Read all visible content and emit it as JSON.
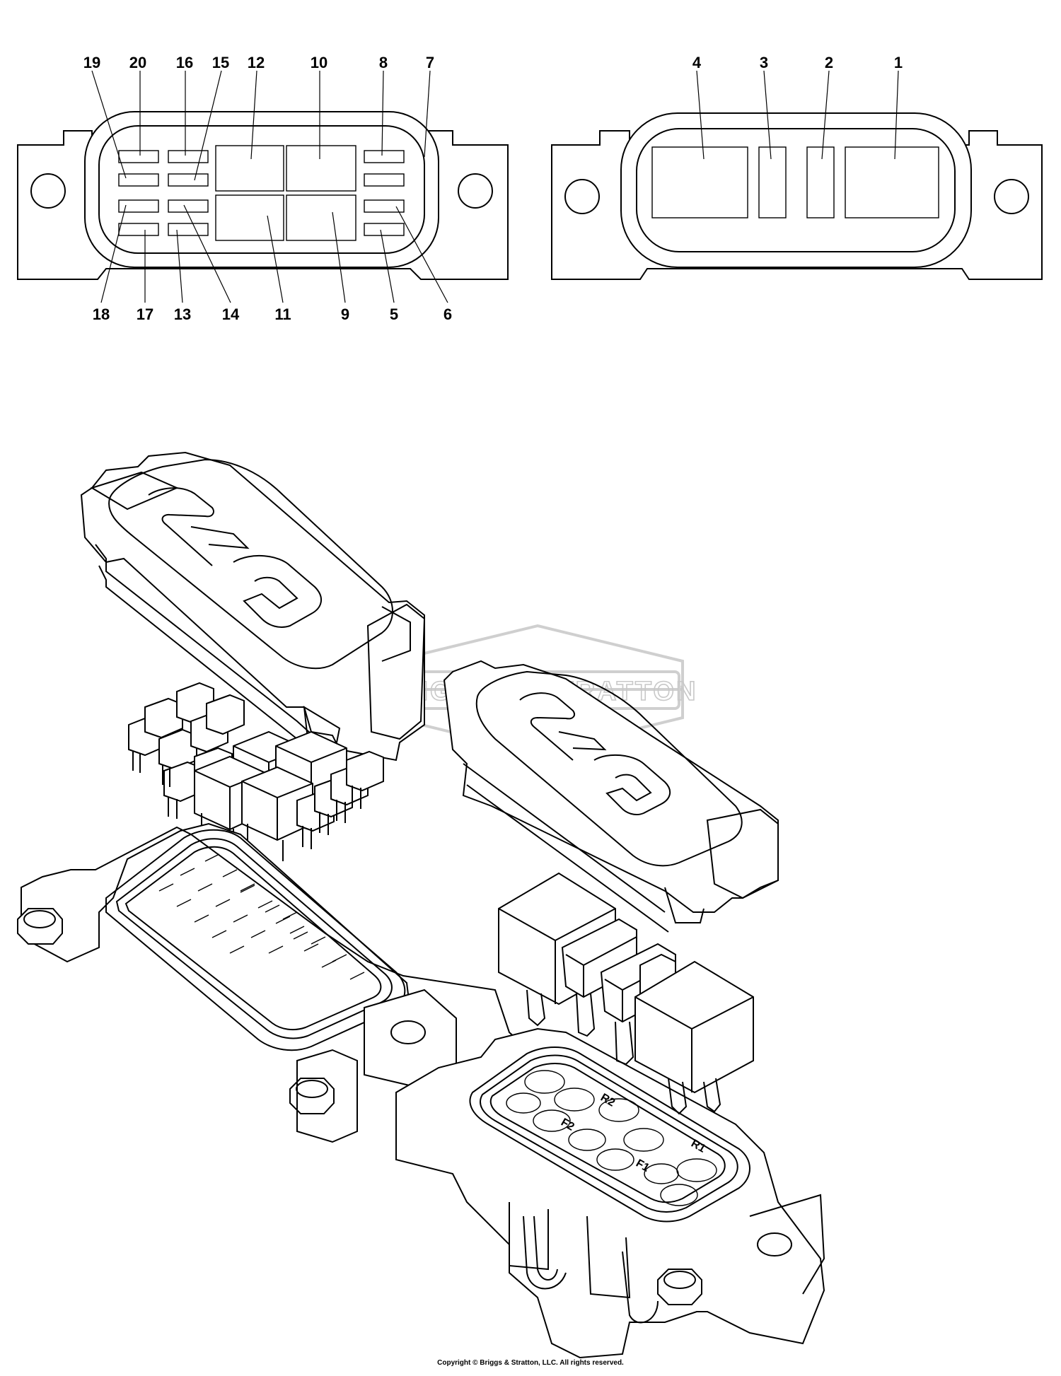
{
  "connector_20pin": {
    "top_labels": [
      "19",
      "20",
      "16",
      "15",
      "12",
      "10",
      "8",
      "7"
    ],
    "bottom_labels": [
      "18",
      "17",
      "13",
      "14",
      "11",
      "9",
      "5",
      "6"
    ]
  },
  "connector_4pin": {
    "top_labels": [
      "4",
      "3",
      "2",
      "1"
    ]
  },
  "fuse_box_base": {
    "markings": [
      "R2",
      "F2",
      "F1",
      "R1"
    ]
  },
  "watermark": {
    "text": "BRIGGS & STRATTON"
  },
  "footer": {
    "copyright": "Copyright © Briggs & Stratton, LLC. All rights reserved."
  }
}
